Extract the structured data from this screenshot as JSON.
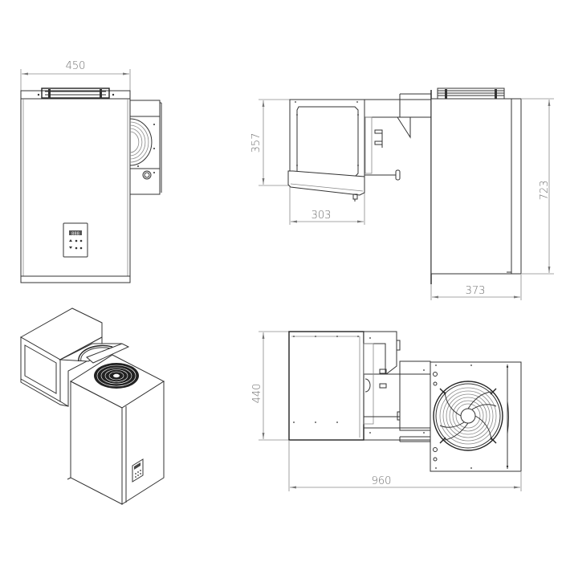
{
  "drawing": {
    "subject": "Refrigeration monoblock unit — orthographic and isometric views",
    "units": "mm",
    "views": [
      {
        "name": "front-view",
        "dimensions": {
          "width": "450"
        }
      },
      {
        "name": "side-view",
        "dimensions": {
          "evaporator_height": "357",
          "evaporator_depth": "303",
          "condenser_height": "723",
          "condenser_depth": "373"
        }
      },
      {
        "name": "isometric-view"
      },
      {
        "name": "top-view",
        "dimensions": {
          "depth": "440",
          "total_length": "960"
        }
      }
    ]
  },
  "dims": {
    "front_width": "450",
    "side_evap_height": "357",
    "side_evap_depth": "303",
    "side_height": "723",
    "side_depth": "373",
    "top_depth": "440",
    "top_length": "960"
  },
  "controller": {
    "display": "888"
  },
  "colors": {
    "line": "#333333",
    "dimension": "#8a8a8a",
    "dimension_text": "#6e6e6e",
    "background": "#ffffff"
  }
}
